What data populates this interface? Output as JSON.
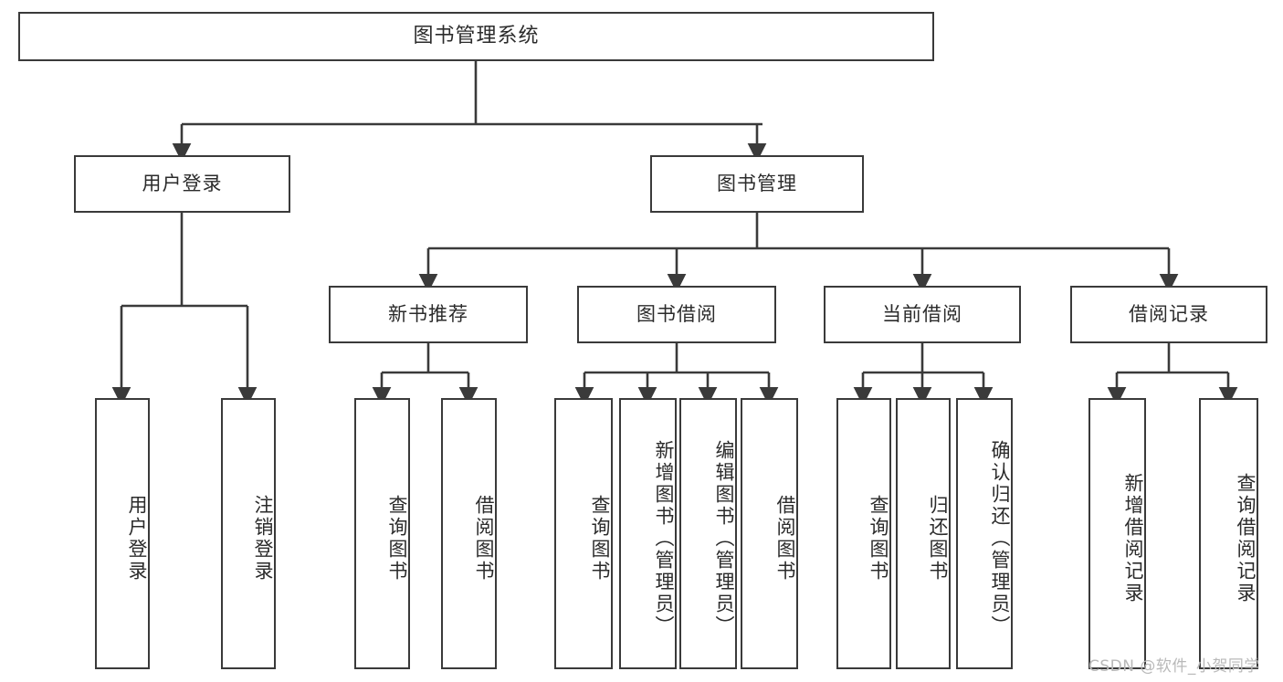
{
  "diagram": {
    "title": "图书管理系统",
    "type": "hierarchy-tree",
    "watermark": "CSDN @软件_小贺同学",
    "colors": {
      "box_border": "#3a3a3a",
      "box_fill": "#ffffff",
      "line": "#3a3a3a",
      "text": "#2b2b2b",
      "watermark": "#b9b9b9",
      "background": "#ffffff"
    },
    "root": {
      "label": "图书管理系统"
    },
    "level2": [
      {
        "id": "user-login",
        "label": "用户登录"
      },
      {
        "id": "book-manage",
        "label": "图书管理"
      }
    ],
    "level3": [
      {
        "id": "new-book-recommend",
        "label": "新书推荐",
        "parent": "book-manage"
      },
      {
        "id": "book-borrow",
        "label": "图书借阅",
        "parent": "book-manage"
      },
      {
        "id": "current-borrow",
        "label": "当前借阅",
        "parent": "book-manage"
      },
      {
        "id": "borrow-record",
        "label": "借阅记录",
        "parent": "book-manage"
      }
    ],
    "leaves": {
      "user-login": [
        {
          "id": "leaf-user-login",
          "label": "用户登录"
        },
        {
          "id": "leaf-user-logout",
          "label": "注销登录"
        }
      ],
      "new-book-recommend": [
        {
          "id": "leaf-query-book-1",
          "label": "查询图书"
        },
        {
          "id": "leaf-borrow-book-1",
          "label": "借阅图书"
        }
      ],
      "book-borrow": [
        {
          "id": "leaf-query-book-2",
          "label": "查询图书"
        },
        {
          "id": "leaf-add-book",
          "label": "新增图书（管理员）"
        },
        {
          "id": "leaf-edit-book",
          "label": "编辑图书（管理员）"
        },
        {
          "id": "leaf-borrow-book-2",
          "label": "借阅图书"
        }
      ],
      "current-borrow": [
        {
          "id": "leaf-query-book-3",
          "label": "查询图书"
        },
        {
          "id": "leaf-return-book",
          "label": "归还图书"
        },
        {
          "id": "leaf-confirm-return",
          "label": "确认归还（管理员）"
        }
      ],
      "borrow-record": [
        {
          "id": "leaf-add-record",
          "label": "新增借阅记录"
        },
        {
          "id": "leaf-query-record",
          "label": "查询借阅记录"
        }
      ]
    }
  }
}
